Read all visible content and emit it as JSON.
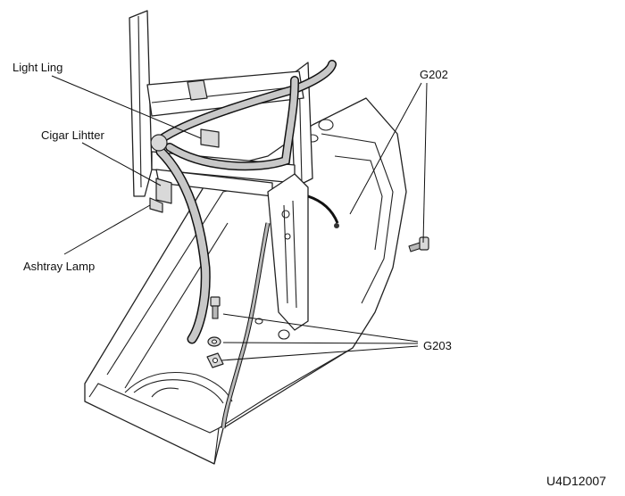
{
  "callouts": {
    "light_ling": "Light Ling",
    "cigar_lighter": "Cigar Lihtter",
    "ashtray_lamp": "Ashtray Lamp",
    "g202": "G202",
    "g203": "G203"
  },
  "figure_id": "U4D12007",
  "colors": {
    "line": "#111111",
    "harness": "#bfbfbf",
    "panel": "#ffffff"
  }
}
